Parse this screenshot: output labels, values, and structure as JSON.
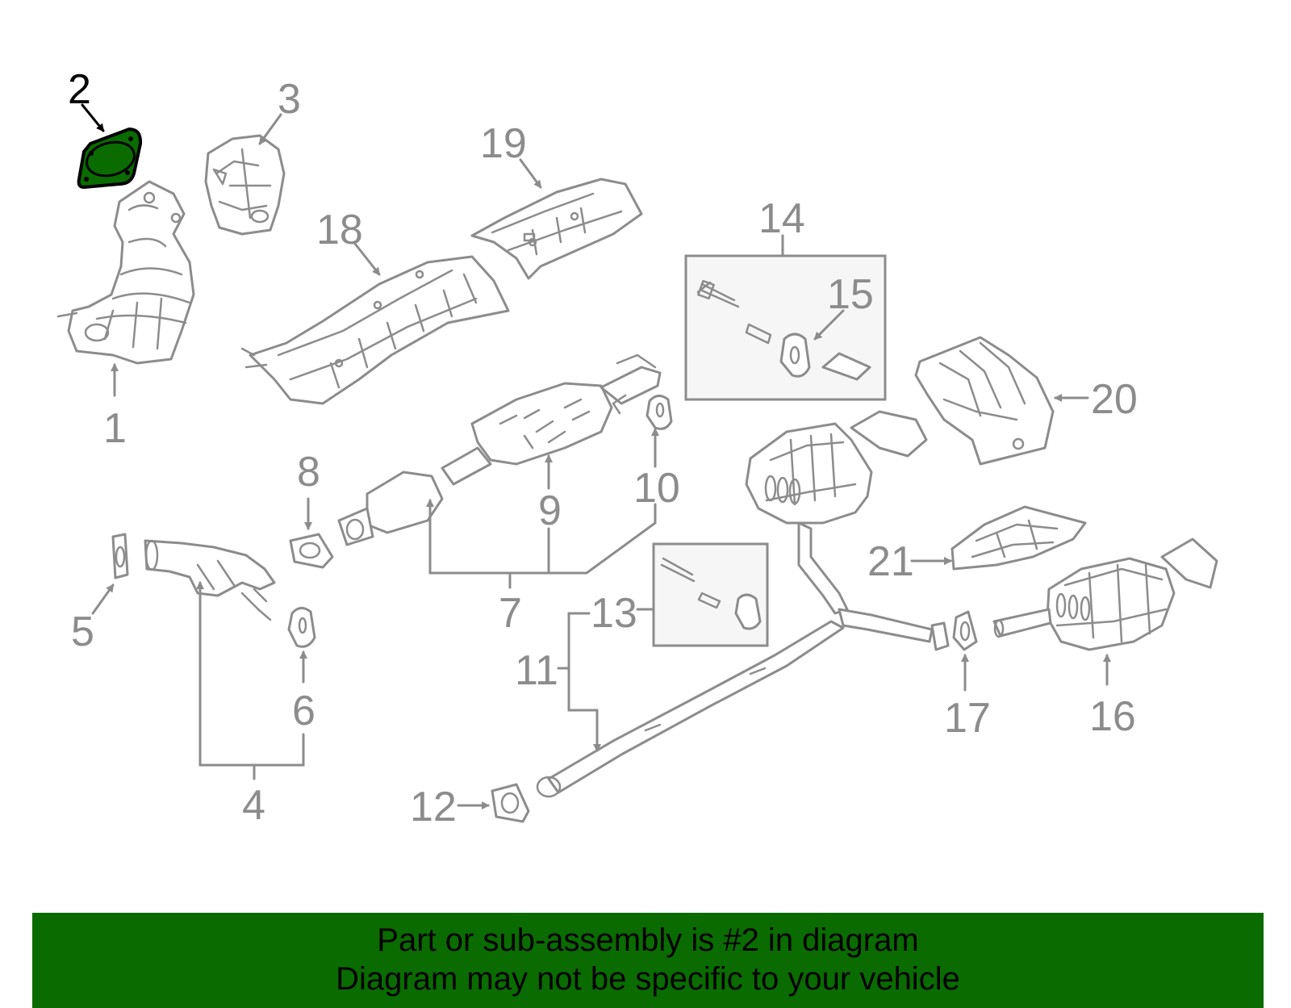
{
  "diagram": {
    "highlight_color": "#0a6b00",
    "line_color": "#8c8c8c",
    "callouts": {
      "c1": "1",
      "c2": "2",
      "c3": "3",
      "c4": "4",
      "c5": "5",
      "c6": "6",
      "c7": "7",
      "c8": "8",
      "c9": "9",
      "c10": "10",
      "c11": "11",
      "c12": "12",
      "c13": "13",
      "c14": "14",
      "c15": "15",
      "c16": "16",
      "c17": "17",
      "c18": "18",
      "c19": "19",
      "c20": "20",
      "c21": "21"
    },
    "highlighted_part": "2"
  },
  "banner": {
    "line1": "Part or sub-assembly is #2 in diagram",
    "line2": "Diagram may not be specific to your vehicle",
    "background": "#0a6b00"
  }
}
